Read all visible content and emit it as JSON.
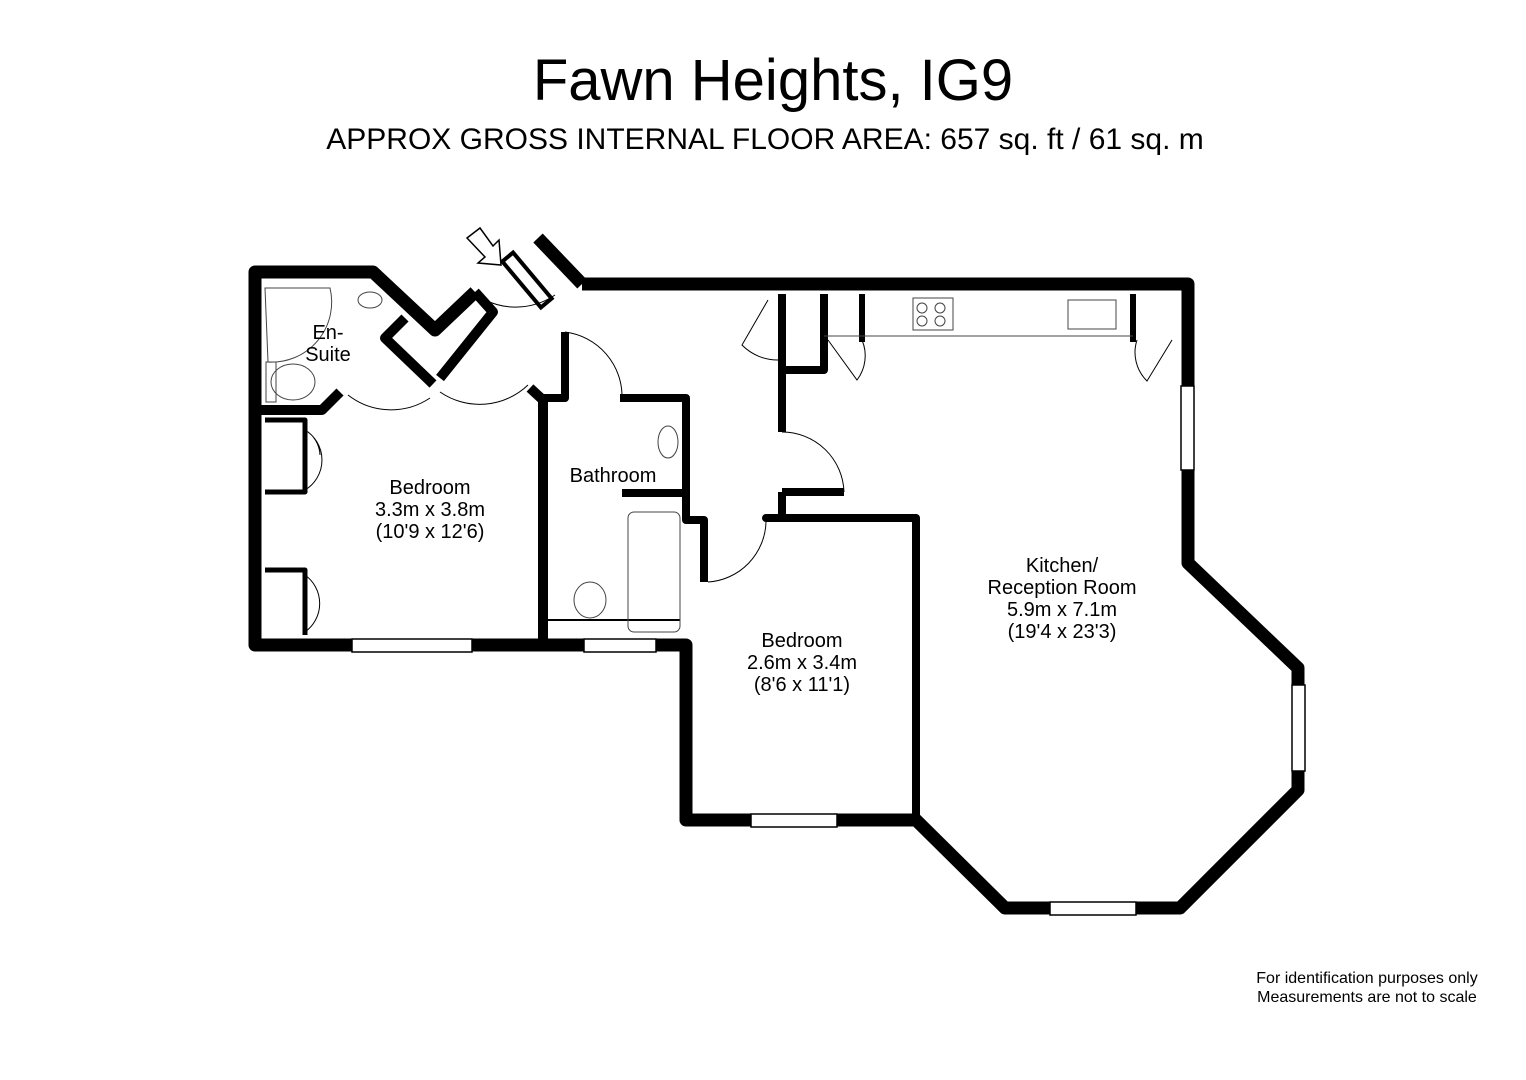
{
  "header": {
    "title": "Fawn Heights, IG9",
    "subtitle": "APPROX GROSS INTERNAL FLOOR AREA:  657 sq. ft / 61 sq. m"
  },
  "rooms": {
    "ensuite": {
      "name_line1": "En-",
      "name_line2": "Suite"
    },
    "bedroom1": {
      "name": "Bedroom",
      "metric": "3.3m x 3.8m",
      "imperial": "(10'9 x 12'6)"
    },
    "bathroom": {
      "name": "Bathroom"
    },
    "bedroom2": {
      "name": "Bedroom",
      "metric": "2.6m x 3.4m",
      "imperial": "(8'6 x 11'1)"
    },
    "kitchen": {
      "name_line1": "Kitchen/",
      "name_line2": "Reception Room",
      "metric": "5.9m x 7.1m",
      "imperial": "(19'4 x 23'3)"
    }
  },
  "icons": {
    "entrance": "entrance-arrow-icon"
  },
  "colors": {
    "wall": "#000000",
    "fixture": "#8a8a8a",
    "background": "#ffffff"
  },
  "footer": {
    "line1": "For identification purposes only",
    "line2": "Measurements are not to scale"
  }
}
